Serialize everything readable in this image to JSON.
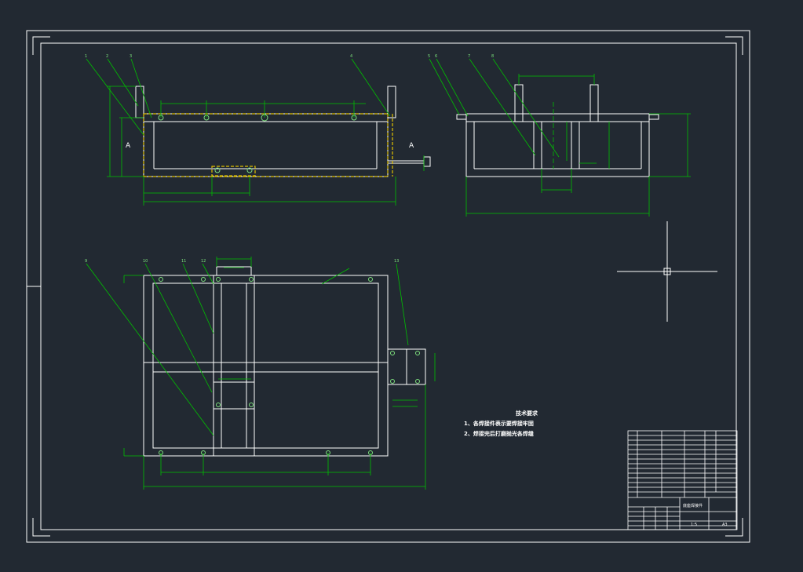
{
  "colors": {
    "background": "#222932",
    "outline": "#ffffff",
    "dimension": "#00c000",
    "hidden_weld": "#e0c000",
    "crosshair": "#ffffff"
  },
  "views": {
    "front": {
      "section_left": "A",
      "section_right": "A",
      "balloons": [
        "1",
        "2",
        "3",
        "4"
      ]
    },
    "side": {
      "balloons": [
        "5",
        "6",
        "7",
        "8"
      ]
    },
    "top": {
      "balloons": [
        "9",
        "10",
        "11",
        "12",
        "13"
      ]
    }
  },
  "notes": {
    "title": "技术要求",
    "line1": "1、各焊接件表示要焊接牢固",
    "line2": "2、焊接完后打磨抛光各焊缝"
  },
  "title_block": {
    "name": "底座焊接件",
    "scale": "1:5",
    "sheet": "A3"
  }
}
